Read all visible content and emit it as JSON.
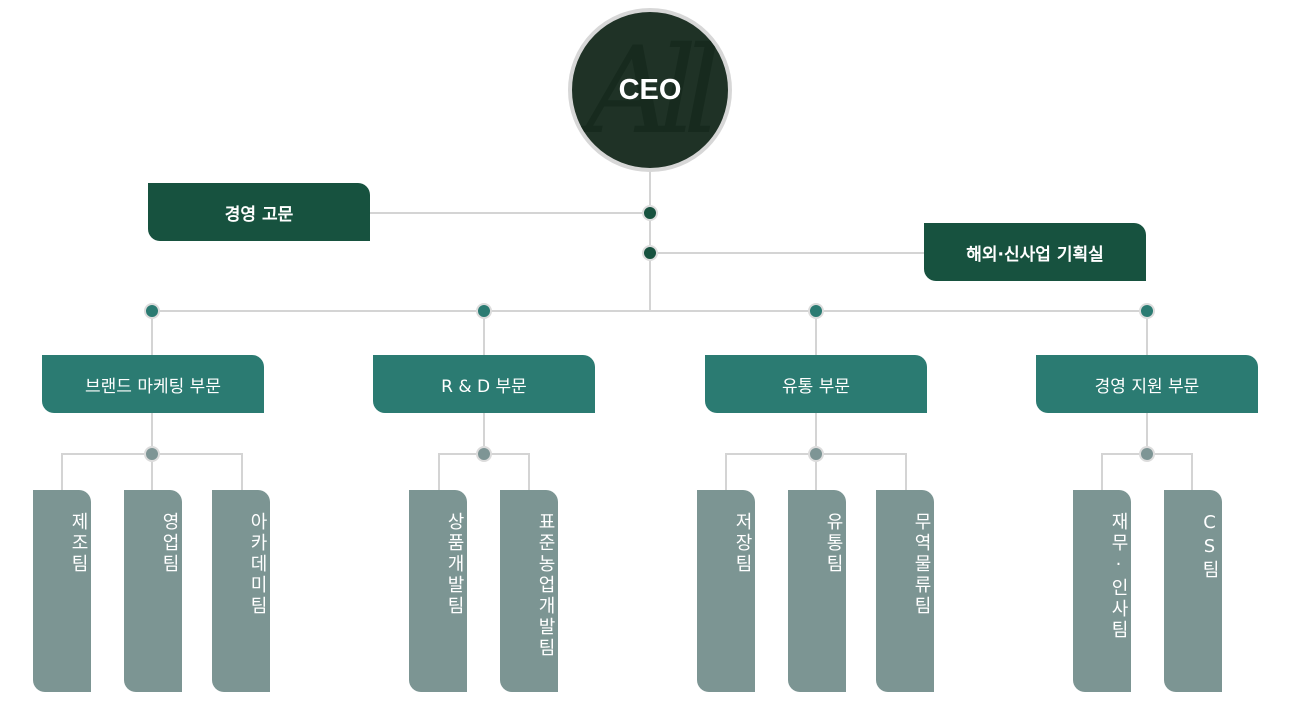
{
  "chart_title": "조직도",
  "ceo": {
    "label": "CEO",
    "watermark": "All"
  },
  "advisors": {
    "label": "경영 고문"
  },
  "planning_office": {
    "label": "해외·신사업 기획실"
  },
  "divisions": [
    {
      "label": "브랜드 마케팅 부문",
      "teams": [
        "제조팀",
        "영업팀",
        "아카데미팀"
      ]
    },
    {
      "label": "R & D 부문",
      "teams": [
        "상품개발팀",
        "표준농업개발팀"
      ]
    },
    {
      "label": "유통 부문",
      "teams": [
        "저장팀",
        "유통팀",
        "무역물류팀"
      ]
    },
    {
      "label": "경영 지원 부문",
      "teams": [
        "재무·인사팀",
        "CS팀"
      ]
    }
  ],
  "colors": {
    "ceo": "#1f3226",
    "executive": "#17523f",
    "division": "#2b7b72",
    "team": "#7c9593",
    "connector": "#d4d4d4"
  }
}
